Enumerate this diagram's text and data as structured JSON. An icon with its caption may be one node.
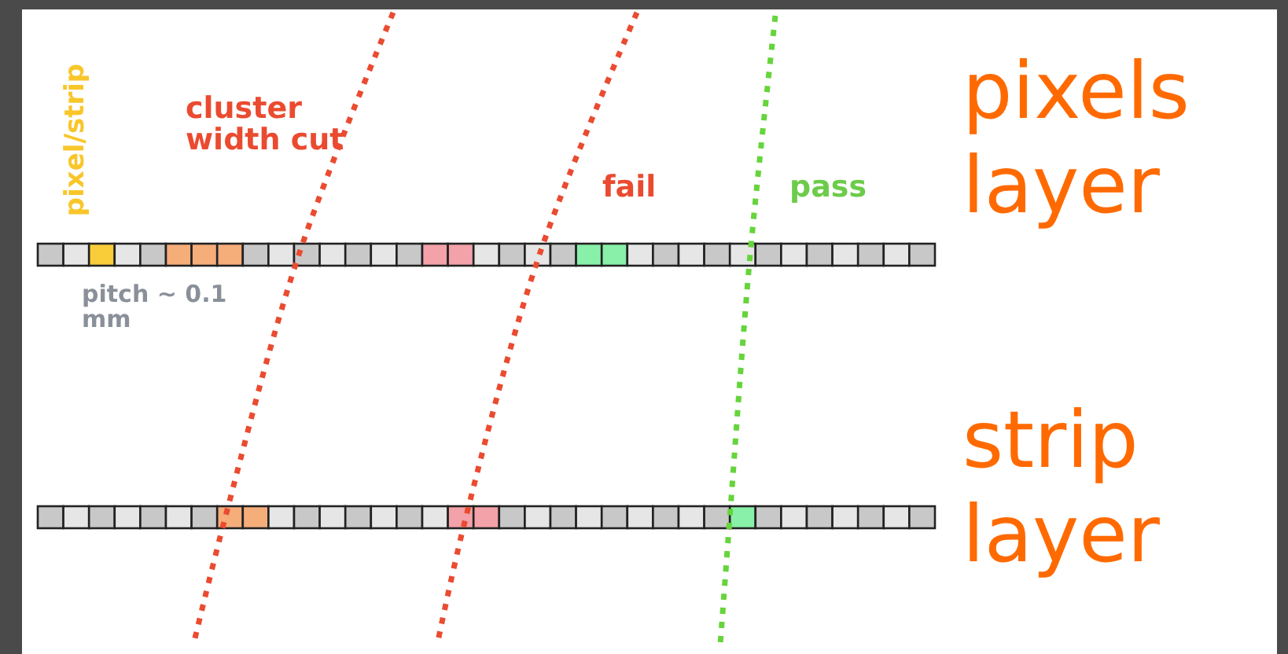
{
  "diagram": {
    "labels": [
      "pixel/strip",
      "cluster width cut",
      "fail",
      "pass",
      "pitch ~ 0.1 mm",
      "pixels layer",
      "strip layer"
    ]
  }
}
